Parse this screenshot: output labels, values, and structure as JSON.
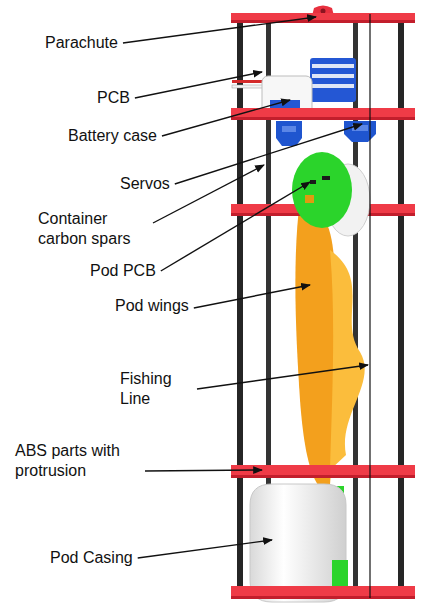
{
  "diagram": {
    "labels": [
      "Parachute",
      "PCB",
      "Battery case",
      "Servos",
      "Container carbon spars",
      "Pod PCB",
      "Pod wings",
      "Fishing Line",
      "ABS parts with protrusion",
      "Pod Casing"
    ]
  }
}
